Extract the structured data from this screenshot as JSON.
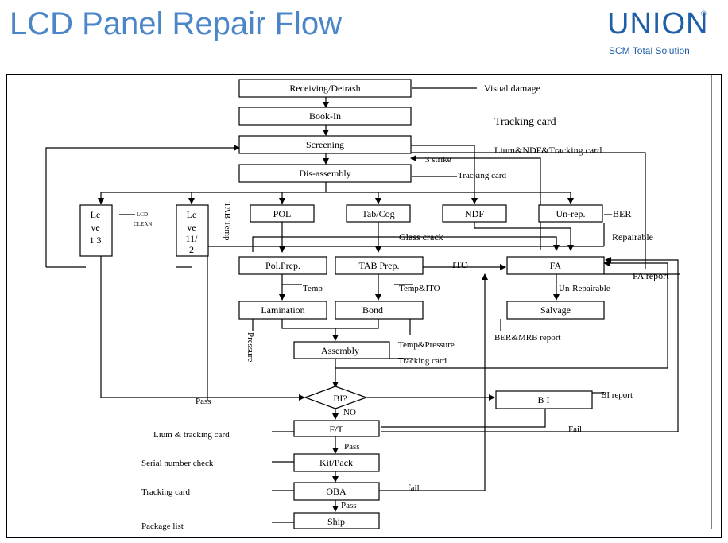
{
  "header": {
    "title": "LCD Panel Repair Flow",
    "logo_text": "UNION",
    "logo_subtitle": "SCM Total Solution"
  },
  "nodes": {
    "receiving": "Receiving/Detrash",
    "book_in": "Book-In",
    "screening": "Screening",
    "dis_assembly": "Dis-assembly",
    "level13_a": "Le",
    "level13_b": "ve",
    "level13_c": "1 3",
    "level112_a": "Le",
    "level112_b": "ve",
    "level112_c": "11/",
    "level112_d": "2",
    "pol": "POL",
    "tab_cog": "Tab/Cog",
    "ndf": "NDF",
    "un_rep": "Un-rep.",
    "pol_prep": "Pol.Prep.",
    "tab_prep": "TAB Prep.",
    "fa": "FA",
    "lamination": "Lamination",
    "bond": "Bond",
    "salvage": "Salvage",
    "assembly": "Assembly",
    "bi_decision": "BI?",
    "bi": "B I",
    "ft": "F/T",
    "kit_pack": "Kit/Pack",
    "oba": "OBA",
    "ship": "Ship"
  },
  "labels": {
    "visual_damage": "Visual damage",
    "tracking_card_1": "Tracking card",
    "lium_ndf": "Lium&NDF&Tracking card",
    "three_strike": "3 strike",
    "tracking_card_2": "Tracking card",
    "lcd_clean_1": "LCD",
    "lcd_clean_2": "CLEAN",
    "tab_temp": "TAB Temp",
    "ber": "BER",
    "glass_crack": "Glass crack",
    "repairable": "Repairable",
    "ito": "ITO",
    "fa_report": "FA report",
    "temp": "Temp",
    "temp_ito": "Temp&ITO",
    "un_repairable": "Un-Repairable",
    "pressure": "Pressure",
    "ber_mrb": "BER&MRB report",
    "temp_pressure": "Temp&Pressure",
    "tracking_card_3": "Tracking card",
    "pass_1": "Pass",
    "bi_report": "BI report",
    "no": "NO",
    "lium_tracking": "Lium & tracking card",
    "fail_1": "Fail",
    "pass_2": "Pass",
    "serial_check": "Serial number check",
    "tracking_card_4": "Tracking card",
    "fail_2": "fail",
    "pass_3": "Pass",
    "package_list": "Package list"
  }
}
